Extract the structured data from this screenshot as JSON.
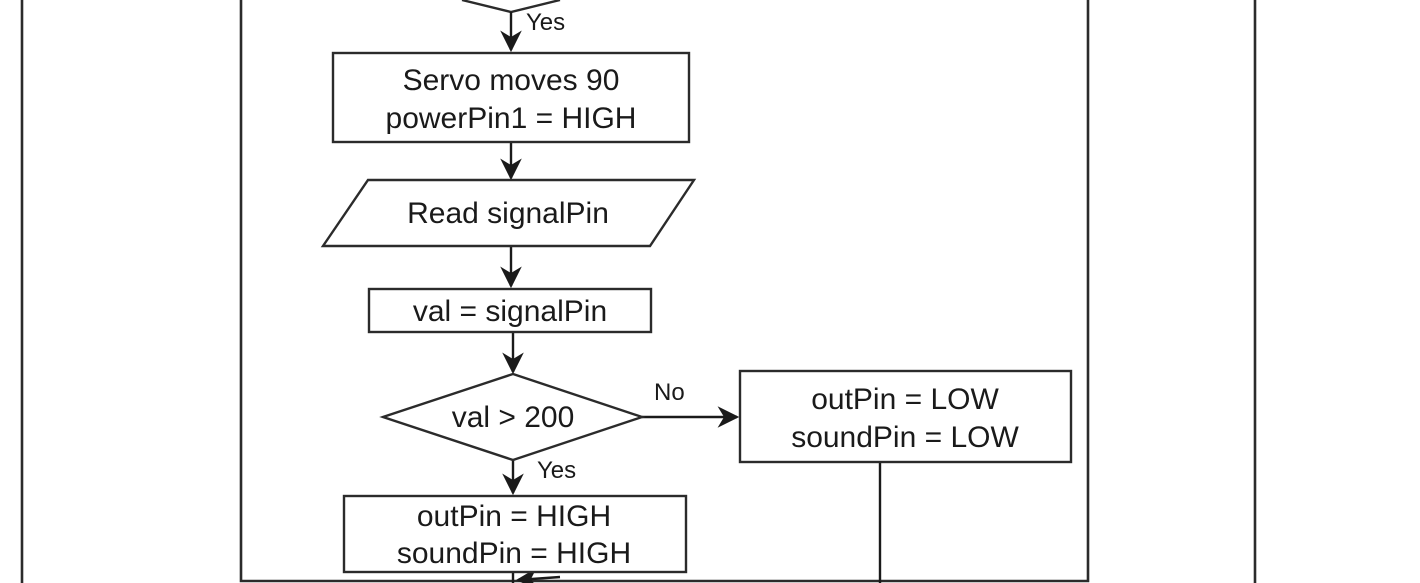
{
  "flowchart": {
    "nodes": {
      "servo_box": {
        "shape": "rectangle",
        "lines": [
          "Servo moves 90",
          "powerPin1 = HIGH"
        ]
      },
      "read_signal": {
        "shape": "parallelogram",
        "lines": [
          "Read signalPin"
        ]
      },
      "assign_val": {
        "shape": "rectangle",
        "lines": [
          "val = signalPin"
        ]
      },
      "val_decision": {
        "shape": "diamond",
        "lines": [
          "val > 200"
        ]
      },
      "low_box": {
        "shape": "rectangle",
        "lines": [
          "outPin = LOW",
          "soundPin = LOW"
        ]
      },
      "high_box": {
        "shape": "rectangle",
        "lines": [
          "outPin = HIGH",
          "soundPin = HIGH"
        ]
      }
    },
    "edge_labels": {
      "top_yes": "Yes",
      "decision_no": "No",
      "decision_yes": "Yes"
    }
  }
}
